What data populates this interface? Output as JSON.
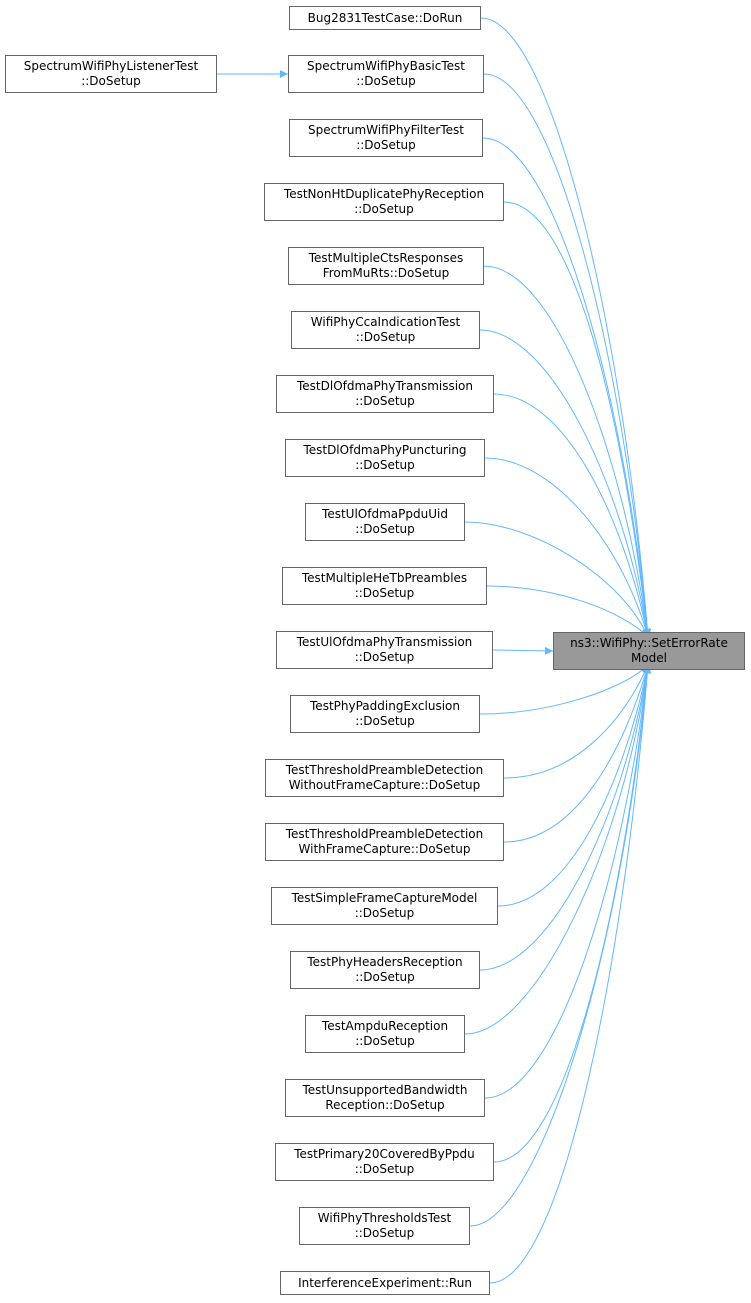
{
  "colors": {
    "edge": "#63b8ff",
    "node_border": "#666666",
    "target_fill": "#999999"
  },
  "target": {
    "id": "target",
    "lines": [
      "ns3::WifiPhy::SetErrorRate",
      "Model"
    ]
  },
  "nodes": [
    {
      "id": "n0",
      "lines": [
        "Bug2831TestCase::DoRun"
      ]
    },
    {
      "id": "n1",
      "lines": [
        "SpectrumWifiPhyBasicTest",
        "::DoSetup"
      ]
    },
    {
      "id": "n1a",
      "lines": [
        "SpectrumWifiPhyListenerTest",
        "::DoSetup"
      ]
    },
    {
      "id": "n2",
      "lines": [
        "SpectrumWifiPhyFilterTest",
        "::DoSetup"
      ]
    },
    {
      "id": "n3",
      "lines": [
        "TestNonHtDuplicatePhyReception",
        "::DoSetup"
      ]
    },
    {
      "id": "n4",
      "lines": [
        "TestMultipleCtsResponses",
        "FromMuRts::DoSetup"
      ]
    },
    {
      "id": "n5",
      "lines": [
        "WifiPhyCcaIndicationTest",
        "::DoSetup"
      ]
    },
    {
      "id": "n6",
      "lines": [
        "TestDlOfdmaPhyTransmission",
        "::DoSetup"
      ]
    },
    {
      "id": "n7",
      "lines": [
        "TestDlOfdmaPhyPuncturing",
        "::DoSetup"
      ]
    },
    {
      "id": "n8",
      "lines": [
        "TestUlOfdmaPpduUid",
        "::DoSetup"
      ]
    },
    {
      "id": "n9",
      "lines": [
        "TestMultipleHeTbPreambles",
        "::DoSetup"
      ]
    },
    {
      "id": "n10",
      "lines": [
        "TestUlOfdmaPhyTransmission",
        "::DoSetup"
      ]
    },
    {
      "id": "n11",
      "lines": [
        "TestPhyPaddingExclusion",
        "::DoSetup"
      ]
    },
    {
      "id": "n12",
      "lines": [
        "TestThresholdPreambleDetection",
        "WithoutFrameCapture::DoSetup"
      ]
    },
    {
      "id": "n13",
      "lines": [
        "TestThresholdPreambleDetection",
        "WithFrameCapture::DoSetup"
      ]
    },
    {
      "id": "n14",
      "lines": [
        "TestSimpleFrameCaptureModel",
        "::DoSetup"
      ]
    },
    {
      "id": "n15",
      "lines": [
        "TestPhyHeadersReception",
        "::DoSetup"
      ]
    },
    {
      "id": "n16",
      "lines": [
        "TestAmpduReception",
        "::DoSetup"
      ]
    },
    {
      "id": "n17",
      "lines": [
        "TestUnsupportedBandwidth",
        "Reception::DoSetup"
      ]
    },
    {
      "id": "n18",
      "lines": [
        "TestPrimary20CoveredByPpdu",
        "::DoSetup"
      ]
    },
    {
      "id": "n19",
      "lines": [
        "WifiPhyThresholdsTest",
        "::DoSetup"
      ]
    },
    {
      "id": "n20",
      "lines": [
        "InterferenceExperiment::Run"
      ]
    }
  ],
  "edges": [
    [
      "n0",
      "target"
    ],
    [
      "n1",
      "target"
    ],
    [
      "n2",
      "target"
    ],
    [
      "n3",
      "target"
    ],
    [
      "n4",
      "target"
    ],
    [
      "n5",
      "target"
    ],
    [
      "n6",
      "target"
    ],
    [
      "n7",
      "target"
    ],
    [
      "n8",
      "target"
    ],
    [
      "n9",
      "target"
    ],
    [
      "n10",
      "target"
    ],
    [
      "n11",
      "target"
    ],
    [
      "n12",
      "target"
    ],
    [
      "n13",
      "target"
    ],
    [
      "n14",
      "target"
    ],
    [
      "n15",
      "target"
    ],
    [
      "n16",
      "target"
    ],
    [
      "n17",
      "target"
    ],
    [
      "n18",
      "target"
    ],
    [
      "n19",
      "target"
    ],
    [
      "n20",
      "target"
    ],
    [
      "n1a",
      "n1"
    ]
  ]
}
